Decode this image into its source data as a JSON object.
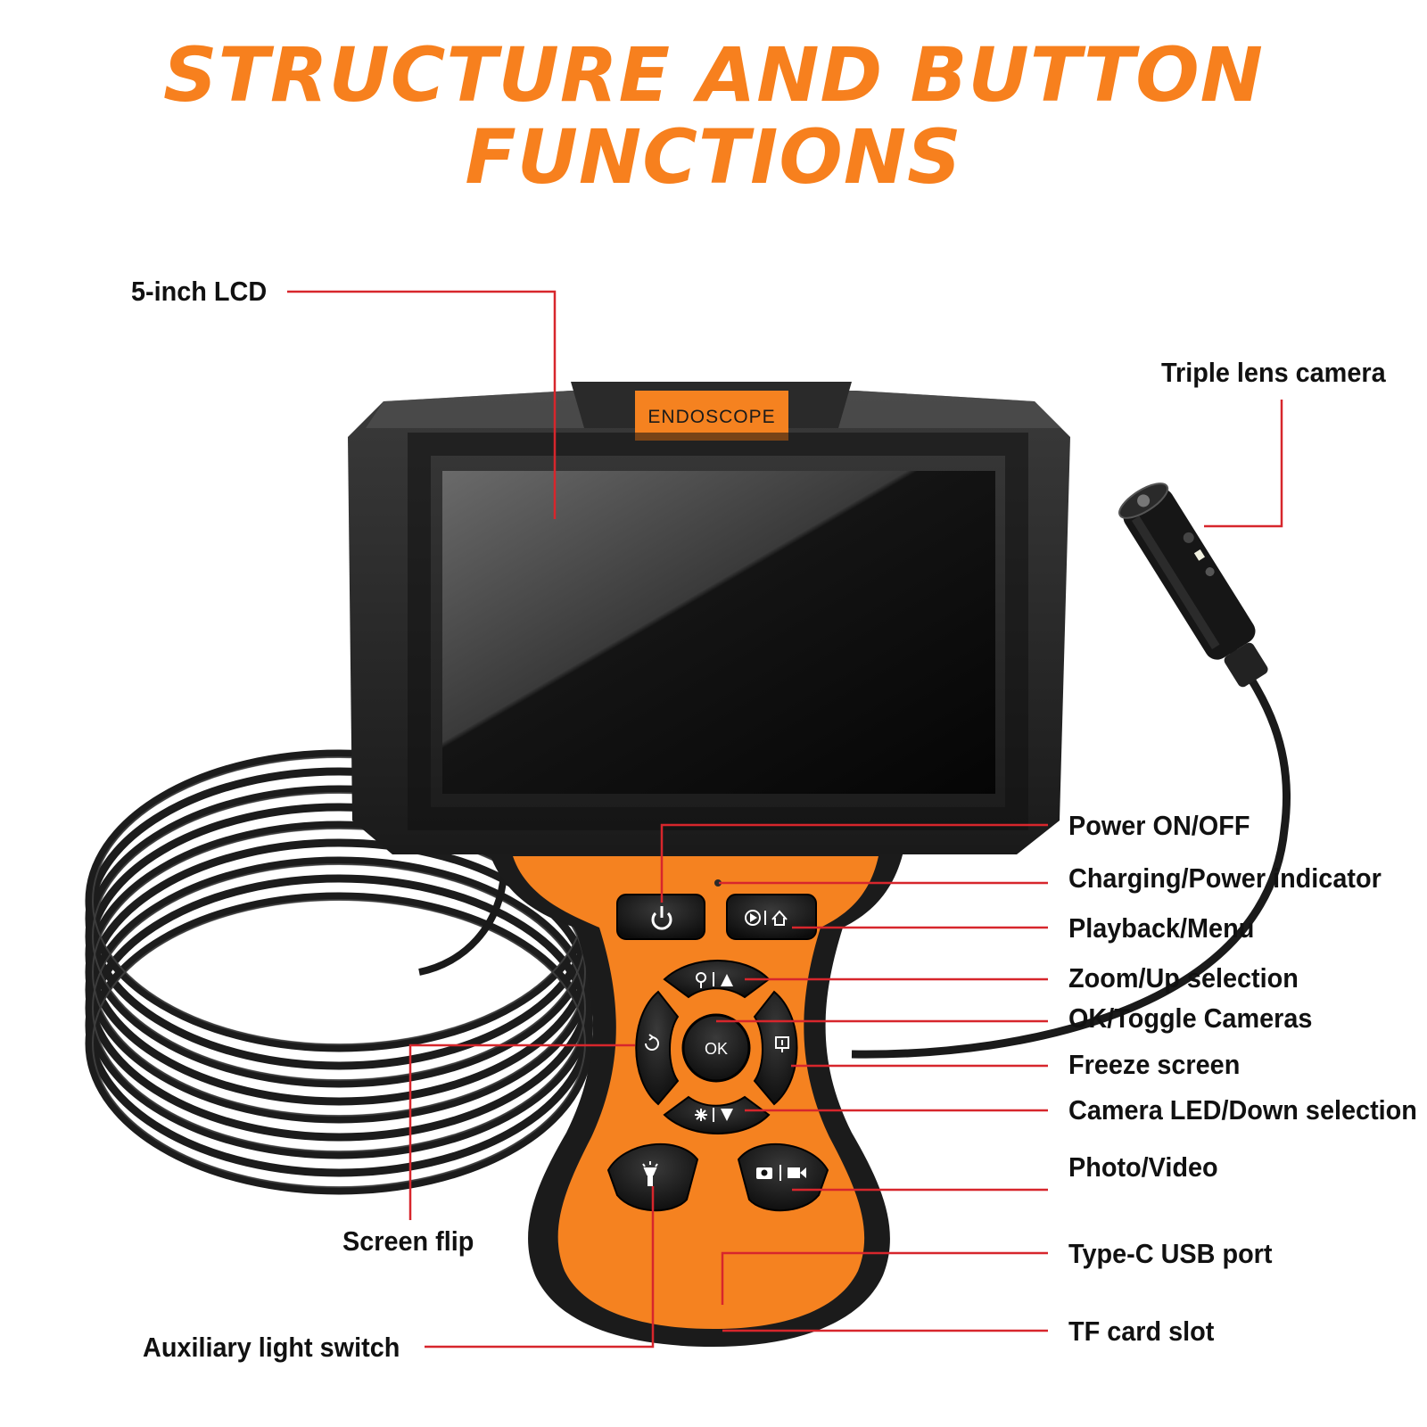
{
  "title_lines": [
    "STRUCTURE AND BUTTON",
    "FUNCTIONS"
  ],
  "device_badge": "ENDOSCOPE",
  "button_glyphs": {
    "ok": "OK"
  },
  "labels": {
    "lcd": "5-inch LCD",
    "camera": "Triple lens camera",
    "power": "Power ON/OFF",
    "charging": "Charging/Power indicator",
    "playback": "Playback/Menu",
    "zoom_up": "Zoom/Up selection",
    "ok_toggle": "OK/Toggle Cameras",
    "freeze": "Freeze screen",
    "led_down": "Camera LED/Down selection",
    "photo_video": "Photo/Video",
    "usb": "Type-C USB port",
    "tf": "TF card slot",
    "screen_flip": "Screen flip",
    "aux_light": "Auxiliary light switch"
  },
  "colors": {
    "title": "#f7801e",
    "device_orange": "#f58220",
    "device_black": "#1b1b1b",
    "leader_line": "#d7262c",
    "label_text": "#111111"
  }
}
